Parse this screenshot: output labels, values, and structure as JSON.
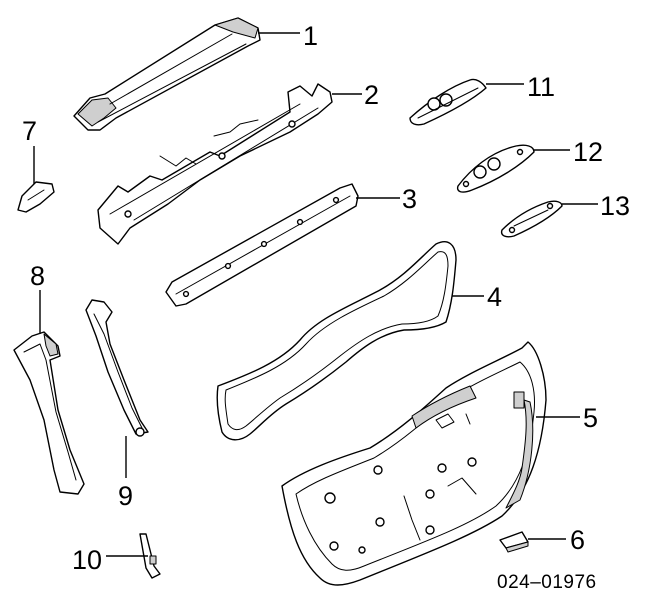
{
  "callouts": {
    "c1": "1",
    "c2": "2",
    "c3": "3",
    "c4": "4",
    "c5": "5",
    "c6": "6",
    "c7": "7",
    "c8": "8",
    "c9": "9",
    "c10": "10",
    "c11": "11",
    "c12": "12",
    "c13": "13"
  },
  "diagram_code": "024–01976"
}
